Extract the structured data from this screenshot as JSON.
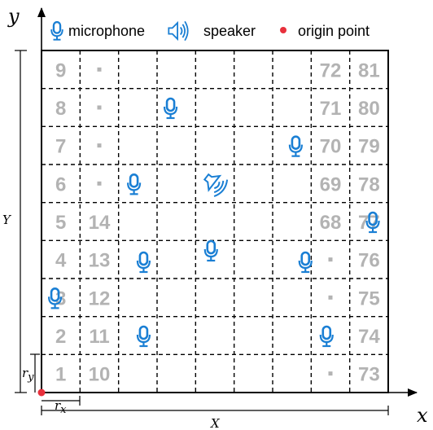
{
  "legend": {
    "microphone": "microphone",
    "speaker": "speaker",
    "origin": "origin point"
  },
  "axes": {
    "x": "x",
    "y": "y",
    "X": "X",
    "Y": "Y",
    "rx_base": "r",
    "rx_sub": "x",
    "ry_base": "r",
    "ry_sub": "y"
  },
  "colors": {
    "mic": "#1a7fd4",
    "origin": "#e8303c",
    "cell_label": "#b3b3b3",
    "grid": "#000000"
  },
  "grid": {
    "cols": 9,
    "rows": 9
  },
  "cell_labels": [
    {
      "text": "9",
      "col": 0,
      "row": 8
    },
    {
      "text": "8",
      "col": 0,
      "row": 7
    },
    {
      "text": "7",
      "col": 0,
      "row": 6
    },
    {
      "text": "6",
      "col": 0,
      "row": 5
    },
    {
      "text": "5",
      "col": 0,
      "row": 4
    },
    {
      "text": "4",
      "col": 0,
      "row": 3
    },
    {
      "text": "3",
      "col": 0,
      "row": 2
    },
    {
      "text": "2",
      "col": 0,
      "row": 1
    },
    {
      "text": "1",
      "col": 0,
      "row": 0
    },
    {
      "text": "14",
      "col": 1,
      "row": 4
    },
    {
      "text": "13",
      "col": 1,
      "row": 3
    },
    {
      "text": "12",
      "col": 1,
      "row": 2
    },
    {
      "text": "11",
      "col": 1,
      "row": 1
    },
    {
      "text": "10",
      "col": 1,
      "row": 0
    },
    {
      "text": "72",
      "col": 7,
      "row": 8
    },
    {
      "text": "71",
      "col": 7,
      "row": 7
    },
    {
      "text": "70",
      "col": 7,
      "row": 6
    },
    {
      "text": "69",
      "col": 7,
      "row": 5
    },
    {
      "text": "68",
      "col": 7,
      "row": 4
    },
    {
      "text": "81",
      "col": 8,
      "row": 8
    },
    {
      "text": "80",
      "col": 8,
      "row": 7
    },
    {
      "text": "79",
      "col": 8,
      "row": 6
    },
    {
      "text": "78",
      "col": 8,
      "row": 5
    },
    {
      "text": "77",
      "col": 8,
      "row": 4
    },
    {
      "text": "76",
      "col": 8,
      "row": 3
    },
    {
      "text": "75",
      "col": 8,
      "row": 2
    },
    {
      "text": "74",
      "col": 8,
      "row": 1
    },
    {
      "text": "73",
      "col": 8,
      "row": 0
    }
  ],
  "ellipsis_dots": [
    {
      "col": 1,
      "row": 8
    },
    {
      "col": 1,
      "row": 7
    },
    {
      "col": 1,
      "row": 6
    },
    {
      "col": 1,
      "row": 5
    },
    {
      "col": 7,
      "row": 3
    },
    {
      "col": 7,
      "row": 2
    },
    {
      "col": 7,
      "row": 0
    }
  ],
  "microphones": [
    {
      "col": 3.35,
      "row": 7.5
    },
    {
      "col": 6.6,
      "row": 6.5
    },
    {
      "col": 2.4,
      "row": 5.5
    },
    {
      "col": 8.6,
      "row": 4.5
    },
    {
      "col": 4.4,
      "row": 3.75
    },
    {
      "col": 2.65,
      "row": 3.45
    },
    {
      "col": 6.85,
      "row": 3.45
    },
    {
      "col": 0.35,
      "row": 2.5
    },
    {
      "col": 2.65,
      "row": 1.5
    },
    {
      "col": 7.4,
      "row": 1.5
    }
  ],
  "speakers": [
    {
      "col": 4.5,
      "row": 5.5
    }
  ]
}
